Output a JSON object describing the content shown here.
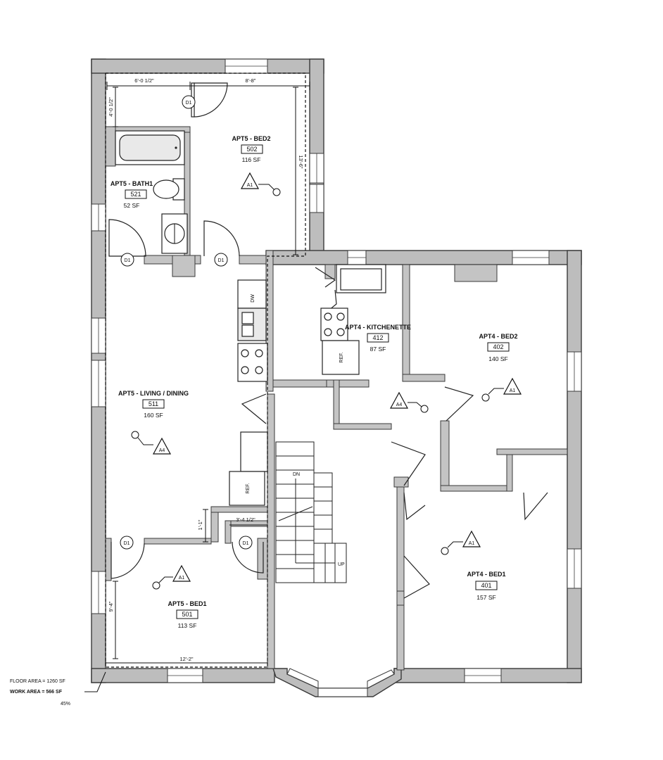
{
  "rooms": [
    {
      "key": "bed2_502",
      "name": "APT5 - BED2",
      "number": "502",
      "area": "116 SF",
      "tag": "A1"
    },
    {
      "key": "bath_521",
      "name": "APT5 - BATH1",
      "number": "521",
      "area": "52 SF"
    },
    {
      "key": "living_511",
      "name": "APT5 - LIVING / DINING",
      "number": "511",
      "area": "160 SF",
      "tag": "A4"
    },
    {
      "key": "bed1_501",
      "name": "APT5 - BED1",
      "number": "501",
      "area": "113 SF",
      "tag": "A1"
    },
    {
      "key": "kitch_412",
      "name": "APT4 - KITCHENETTE",
      "number": "412",
      "area": "87 SF",
      "tag": "A4"
    },
    {
      "key": "bed2_402",
      "name": "APT4 - BED2",
      "number": "402",
      "area": "140 SF",
      "tag": "A1"
    },
    {
      "key": "bed1_401",
      "name": "APT4 - BED1",
      "number": "401",
      "area": "157 SF",
      "tag": "A1"
    }
  ],
  "door_tag": "D1",
  "dimensions": {
    "top_left": "6'-0 1/2\"",
    "top_right": "8'-8\"",
    "left_upper": "4'-0 1/2\"",
    "right_bed2": "13'-6\"",
    "closet_v": "1'-1\"",
    "closet_h": "3'-4 1/2\"",
    "left_lower": "9'-4\"",
    "bottom": "12'-2\""
  },
  "fixtures": {
    "dishwasher": "DW",
    "fridge_apt5": "REF.",
    "fridge_apt4": "REF."
  },
  "stair": {
    "down": "DN",
    "up": "UP"
  },
  "summary": {
    "floor_area": "FLOOR AREA = 1260 SF",
    "work_area": "WORK AREA =  566 SF",
    "percent": "45%"
  }
}
